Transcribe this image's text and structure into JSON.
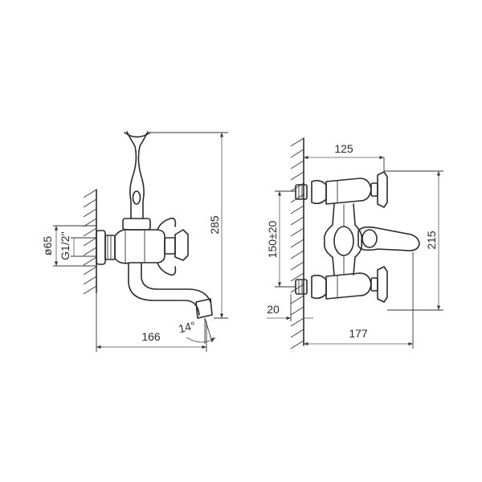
{
  "side_view": {
    "width_label": "166",
    "height_label": "285",
    "flange_diameter_label": "ø65",
    "thread_label": "G1/2''",
    "spout_angle_label": "14°"
  },
  "front_view": {
    "top_width_label": "125",
    "height_label": "215",
    "center_distance_label": "150±20",
    "wall_offset_label": "20",
    "bottom_width_label": "177"
  }
}
